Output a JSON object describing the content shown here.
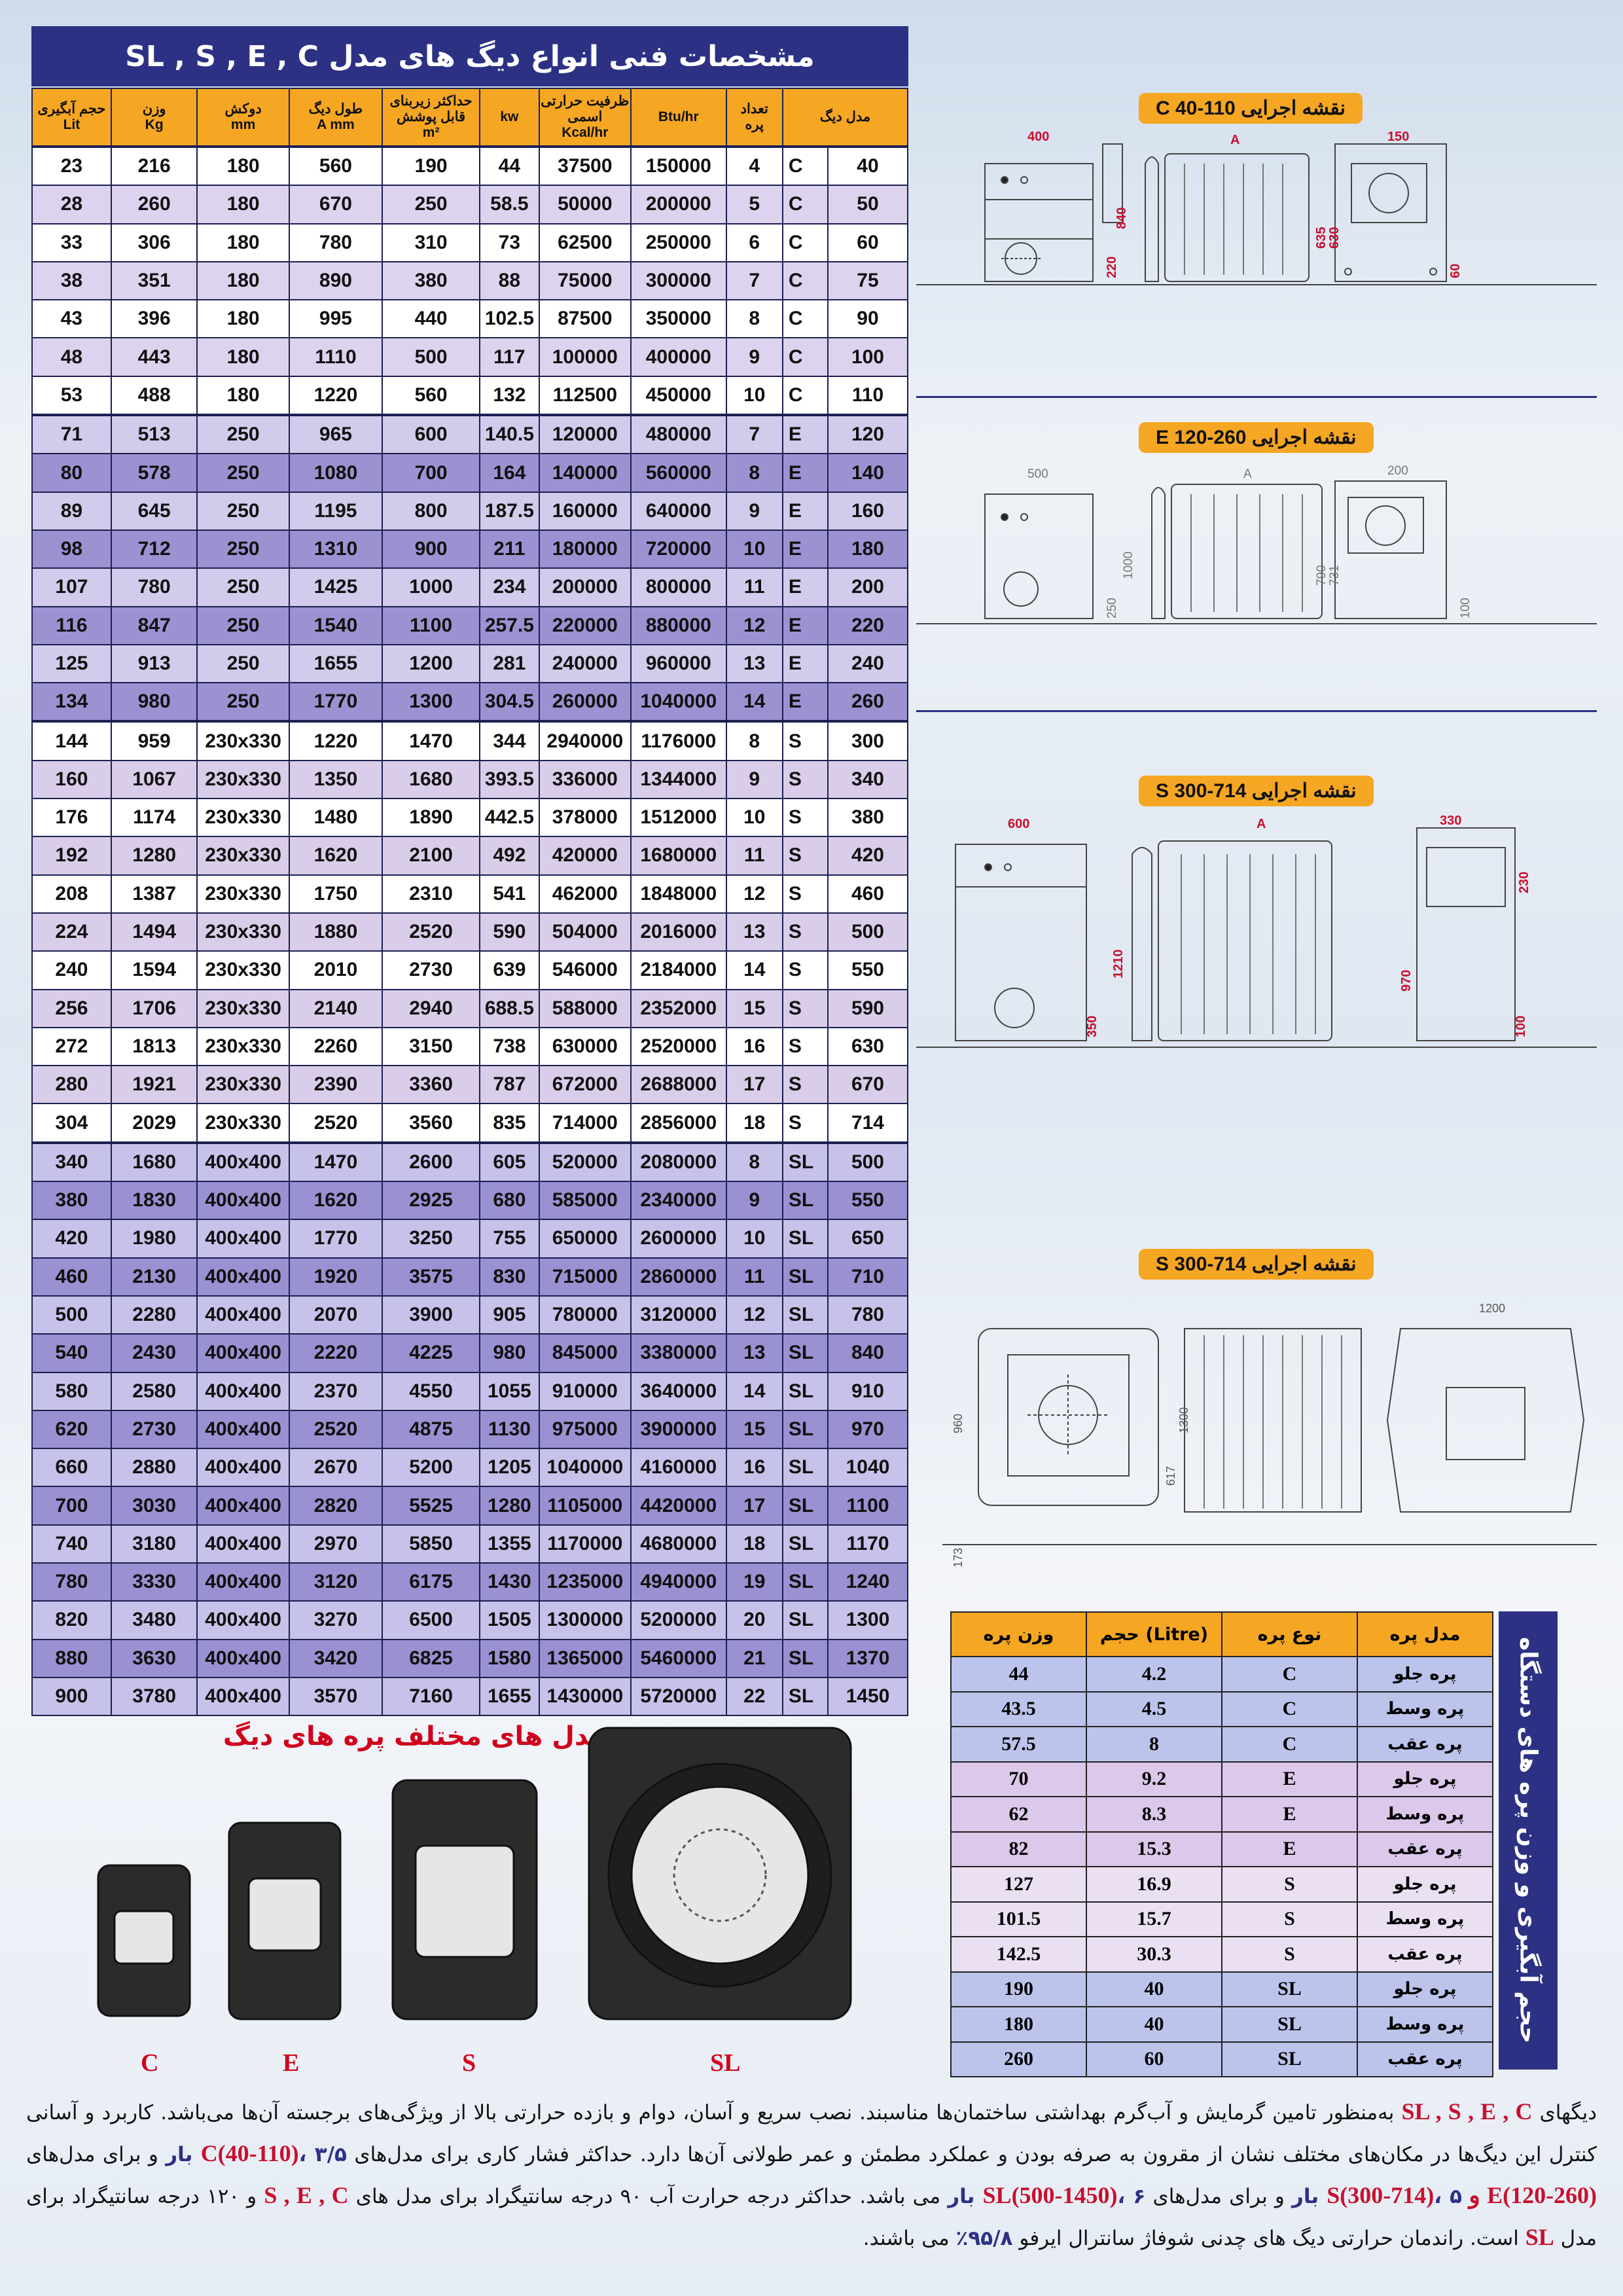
{
  "spec": {
    "title": "مشخصات فنی انواع دیگ های مدل   SL , S , E , C",
    "headers": [
      {
        "main": "حجم آبگیری",
        "unit": "Lit"
      },
      {
        "main": "وزن",
        "unit": "Kg"
      },
      {
        "main": "دوکش",
        "unit": "mm"
      },
      {
        "main": "طول دیگ",
        "unit": "A mm"
      },
      {
        "main": "حداکثر زیربنای قابل پوشش",
        "unit": "m²"
      },
      {
        "main": "",
        "unit": "kw"
      },
      {
        "main": "ظرفیت حرارتی اسمی",
        "unit": "Kcal/hr"
      },
      {
        "main": "",
        "unit": "Btu/hr"
      },
      {
        "main": "تعداد",
        "unit": "پره"
      },
      {
        "main": "مدل دیگ",
        "unit": ""
      }
    ],
    "rows": [
      [
        "23",
        "216",
        "180",
        "560",
        "190",
        "44",
        "37500",
        "150000",
        "4",
        "C",
        "40"
      ],
      [
        "28",
        "260",
        "180",
        "670",
        "250",
        "58.5",
        "50000",
        "200000",
        "5",
        "C",
        "50"
      ],
      [
        "33",
        "306",
        "180",
        "780",
        "310",
        "73",
        "62500",
        "250000",
        "6",
        "C",
        "60"
      ],
      [
        "38",
        "351",
        "180",
        "890",
        "380",
        "88",
        "75000",
        "300000",
        "7",
        "C",
        "75"
      ],
      [
        "43",
        "396",
        "180",
        "995",
        "440",
        "102.5",
        "87500",
        "350000",
        "8",
        "C",
        "90"
      ],
      [
        "48",
        "443",
        "180",
        "1110",
        "500",
        "117",
        "100000",
        "400000",
        "9",
        "C",
        "100"
      ],
      [
        "53",
        "488",
        "180",
        "1220",
        "560",
        "132",
        "112500",
        "450000",
        "10",
        "C",
        "110"
      ],
      [
        "71",
        "513",
        "250",
        "965",
        "600",
        "140.5",
        "120000",
        "480000",
        "7",
        "E",
        "120"
      ],
      [
        "80",
        "578",
        "250",
        "1080",
        "700",
        "164",
        "140000",
        "560000",
        "8",
        "E",
        "140"
      ],
      [
        "89",
        "645",
        "250",
        "1195",
        "800",
        "187.5",
        "160000",
        "640000",
        "9",
        "E",
        "160"
      ],
      [
        "98",
        "712",
        "250",
        "1310",
        "900",
        "211",
        "180000",
        "720000",
        "10",
        "E",
        "180"
      ],
      [
        "107",
        "780",
        "250",
        "1425",
        "1000",
        "234",
        "200000",
        "800000",
        "11",
        "E",
        "200"
      ],
      [
        "116",
        "847",
        "250",
        "1540",
        "1100",
        "257.5",
        "220000",
        "880000",
        "12",
        "E",
        "220"
      ],
      [
        "125",
        "913",
        "250",
        "1655",
        "1200",
        "281",
        "240000",
        "960000",
        "13",
        "E",
        "240"
      ],
      [
        "134",
        "980",
        "250",
        "1770",
        "1300",
        "304.5",
        "260000",
        "1040000",
        "14",
        "E",
        "260"
      ],
      [
        "144",
        "959",
        "230x330",
        "1220",
        "1470",
        "344",
        "2940000",
        "1176000",
        "8",
        "S",
        "300"
      ],
      [
        "160",
        "1067",
        "230x330",
        "1350",
        "1680",
        "393.5",
        "336000",
        "1344000",
        "9",
        "S",
        "340"
      ],
      [
        "176",
        "1174",
        "230x330",
        "1480",
        "1890",
        "442.5",
        "378000",
        "1512000",
        "10",
        "S",
        "380"
      ],
      [
        "192",
        "1280",
        "230x330",
        "1620",
        "2100",
        "492",
        "420000",
        "1680000",
        "11",
        "S",
        "420"
      ],
      [
        "208",
        "1387",
        "230x330",
        "1750",
        "2310",
        "541",
        "462000",
        "1848000",
        "12",
        "S",
        "460"
      ],
      [
        "224",
        "1494",
        "230x330",
        "1880",
        "2520",
        "590",
        "504000",
        "2016000",
        "13",
        "S",
        "500"
      ],
      [
        "240",
        "1594",
        "230x330",
        "2010",
        "2730",
        "639",
        "546000",
        "2184000",
        "14",
        "S",
        "550"
      ],
      [
        "256",
        "1706",
        "230x330",
        "2140",
        "2940",
        "688.5",
        "588000",
        "2352000",
        "15",
        "S",
        "590"
      ],
      [
        "272",
        "1813",
        "230x330",
        "2260",
        "3150",
        "738",
        "630000",
        "2520000",
        "16",
        "S",
        "630"
      ],
      [
        "280",
        "1921",
        "230x330",
        "2390",
        "3360",
        "787",
        "672000",
        "2688000",
        "17",
        "S",
        "670"
      ],
      [
        "304",
        "2029",
        "230x330",
        "2520",
        "3560",
        "835",
        "714000",
        "2856000",
        "18",
        "S",
        "714"
      ],
      [
        "340",
        "1680",
        "400x400",
        "1470",
        "2600",
        "605",
        "520000",
        "2080000",
        "8",
        "SL",
        "500"
      ],
      [
        "380",
        "1830",
        "400x400",
        "1620",
        "2925",
        "680",
        "585000",
        "2340000",
        "9",
        "SL",
        "550"
      ],
      [
        "420",
        "1980",
        "400x400",
        "1770",
        "3250",
        "755",
        "650000",
        "2600000",
        "10",
        "SL",
        "650"
      ],
      [
        "460",
        "2130",
        "400x400",
        "1920",
        "3575",
        "830",
        "715000",
        "2860000",
        "11",
        "SL",
        "710"
      ],
      [
        "500",
        "2280",
        "400x400",
        "2070",
        "3900",
        "905",
        "780000",
        "3120000",
        "12",
        "SL",
        "780"
      ],
      [
        "540",
        "2430",
        "400x400",
        "2220",
        "4225",
        "980",
        "845000",
        "3380000",
        "13",
        "SL",
        "840"
      ],
      [
        "580",
        "2580",
        "400x400",
        "2370",
        "4550",
        "1055",
        "910000",
        "3640000",
        "14",
        "SL",
        "910"
      ],
      [
        "620",
        "2730",
        "400x400",
        "2520",
        "4875",
        "1130",
        "975000",
        "3900000",
        "15",
        "SL",
        "970"
      ],
      [
        "660",
        "2880",
        "400x400",
        "2670",
        "5200",
        "1205",
        "1040000",
        "4160000",
        "16",
        "SL",
        "1040"
      ],
      [
        "700",
        "3030",
        "400x400",
        "2820",
        "5525",
        "1280",
        "1105000",
        "4420000",
        "17",
        "SL",
        "1100"
      ],
      [
        "740",
        "3180",
        "400x400",
        "2970",
        "5850",
        "1355",
        "1170000",
        "4680000",
        "18",
        "SL",
        "1170"
      ],
      [
        "780",
        "3330",
        "400x400",
        "3120",
        "6175",
        "1430",
        "1235000",
        "4940000",
        "19",
        "SL",
        "1240"
      ],
      [
        "820",
        "3480",
        "400x400",
        "3270",
        "6500",
        "1505",
        "1300000",
        "5200000",
        "20",
        "SL",
        "1300"
      ],
      [
        "880",
        "3630",
        "400x400",
        "3420",
        "6825",
        "1580",
        "1365000",
        "5460000",
        "21",
        "SL",
        "1370"
      ],
      [
        "900",
        "3780",
        "400x400",
        "3570",
        "7160",
        "1655",
        "1430000",
        "5720000",
        "22",
        "SL",
        "1450"
      ]
    ]
  },
  "drawings": [
    {
      "title": "نقشه اجرایی  C 40-110",
      "dims": [
        "400",
        "150",
        "A",
        "840",
        "635",
        "630",
        "220",
        "60"
      ]
    },
    {
      "title": "نقشه اجرایی E 120-260",
      "dims": [
        "500",
        "200",
        "A",
        "1000",
        "790",
        "731",
        "250",
        "100"
      ]
    },
    {
      "title": "نقشه اجرایی S 300-714",
      "dims": [
        "600",
        "330",
        "A",
        "1210",
        "970",
        "350",
        "230",
        "100"
      ]
    },
    {
      "title": "نقشه اجرایی S 300-714",
      "dims": [
        "1200",
        "960",
        "617",
        "1300",
        "173"
      ]
    }
  ],
  "sections": {
    "caption": "تصویر مدل های مختلف پره های دیگ",
    "labels": [
      "C",
      "E",
      "S",
      "SL"
    ]
  },
  "section_table": {
    "side_title": "حجم آبگیری و وزن پره های دستگاه",
    "headers": [
      "وزن پره",
      "حجم (Litre)",
      "نوع پره",
      "مدل پره"
    ],
    "rows": [
      [
        "44",
        "4.2",
        "C",
        "پره جلو"
      ],
      [
        "43.5",
        "4.5",
        "C",
        "پره وسط"
      ],
      [
        "57.5",
        "8",
        "C",
        "پره عقب"
      ],
      [
        "70",
        "9.2",
        "E",
        "پره جلو"
      ],
      [
        "62",
        "8.3",
        "E",
        "پره وسط"
      ],
      [
        "82",
        "15.3",
        "E",
        "پره عقب"
      ],
      [
        "127",
        "16.9",
        "S",
        "پره جلو"
      ],
      [
        "101.5",
        "15.7",
        "S",
        "پره وسط"
      ],
      [
        "142.5",
        "30.3",
        "S",
        "پره عقب"
      ],
      [
        "190",
        "40",
        "SL",
        "پره جلو"
      ],
      [
        "180",
        "40",
        "SL",
        "پره وسط"
      ],
      [
        "260",
        "60",
        "SL",
        "پره عقب"
      ]
    ]
  },
  "footer": {
    "models": "SL , S , E , C",
    "p1": "دیگهای",
    "p2": "به‌منظور تامین گرمایش و آب‌گرم بهداشتی ساختمان‌ها مناسبند. نصب سریع و آسان، دوام و بازده حرارتی بالا از ویژگی‌های برجسته آن‌ها می‌باشد. کاربرد و آسانی کنترل این دیگ‌ها در مکان‌های مختلف نشان از مقرون به صرفه بودن و عملکرد مطمئن و عمر طولانی آن‌ها دارد. حداکثر فشار کاری برای مدل‌های",
    "m1": "C(40-110)",
    "m1v": "، ۳/۵ بار",
    "p3": "و برای مدل‌های",
    "m2": "E(120-260) و S(300-714)",
    "m2v": "، ۵ بار",
    "p4": "و برای مدل‌های",
    "m3": "SL(500-1450)",
    "m3v": "، ۶ بار",
    "p5": "می باشد. حداکثر درجه حرارت آب ۹۰ درجه سانتیگراد برای مدل های",
    "m4": "S , E , C",
    "p6": "و ۱۲۰ درجه سانتیگراد برای مدل",
    "m5": "SL",
    "p7": "است. راندمان حرارتی دیگ های چدنی شوفاژ سانترال ایرفو",
    "eff": "۹۵/۸٪",
    "p8": "می باشند."
  },
  "colors": {
    "navy": "#2c3184",
    "orange": "#f5a623",
    "red": "#d0021b"
  }
}
